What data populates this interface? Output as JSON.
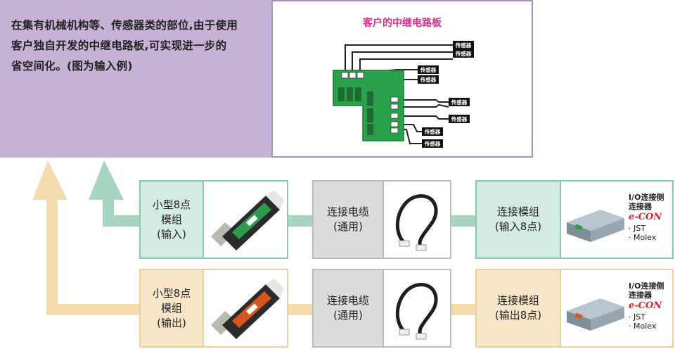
{
  "description": {
    "lines": [
      "在集有机械机构等、传感器类的部位,由于使用",
      "客户独自开发的中继电路板,可实现进一步的",
      "省空间化。(图为输入例)"
    ]
  },
  "board": {
    "title": "客户的中继电路板",
    "sensor_labels": [
      "传感器",
      "传感器",
      "传感器",
      "传感器",
      "传感器",
      "传感器",
      "传感器",
      "传感器"
    ]
  },
  "rows": [
    {
      "module": {
        "lines": [
          "小型8点",
          "模组",
          "(输入)"
        ]
      },
      "cable": {
        "lines": [
          "连接电缆",
          "(通用)"
        ]
      },
      "connector_module": {
        "lines": [
          "连接模组",
          "(输入8点)"
        ]
      },
      "connector_info": {
        "header_lines": [
          "I/O连接侧",
          "连接器"
        ],
        "brand": "e-CON",
        "items": [
          "· JST",
          "· Molex"
        ]
      }
    },
    {
      "module": {
        "lines": [
          "小型8点",
          "模组",
          "(输出)"
        ]
      },
      "cable": {
        "lines": [
          "连接电缆",
          "(通用)"
        ]
      },
      "connector_module": {
        "lines": [
          "连接模组",
          "(输出8点)"
        ]
      },
      "connector_info": {
        "header_lines": [
          "I/O连接侧",
          "连接器"
        ],
        "brand": "e-CON",
        "items": [
          "· JST",
          "· Molex"
        ]
      }
    }
  ],
  "colors": {
    "purple_panel": "#c5b2d5",
    "green": "#8dc8ae",
    "orange": "#ecd09e",
    "title_pink": "#d7308c",
    "econ_red": "#d7252f"
  }
}
